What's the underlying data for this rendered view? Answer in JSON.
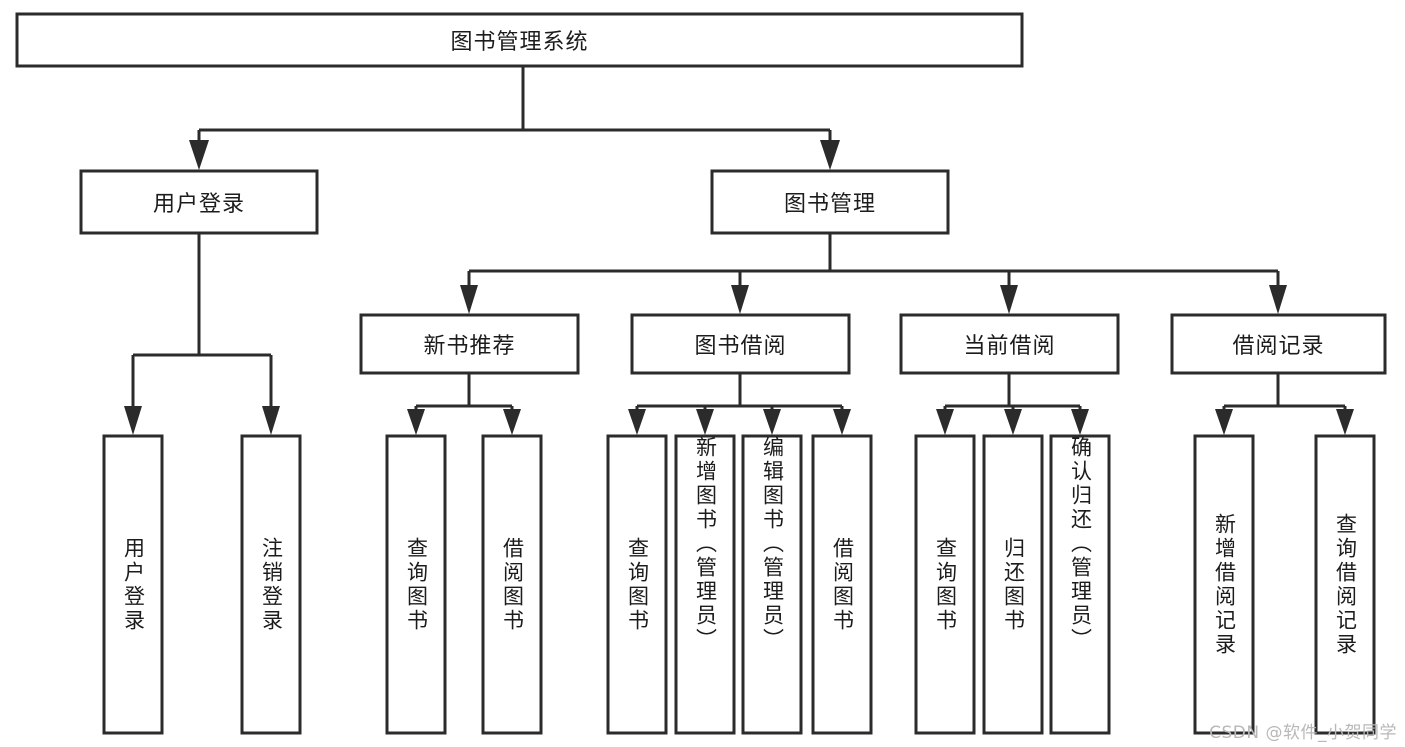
{
  "diagram": {
    "type": "tree-hierarchy",
    "title": "图书管理系统",
    "root": {
      "id": "root",
      "label": "图书管理系统",
      "orientation": "horizontal"
    },
    "level2": [
      {
        "id": "user-login",
        "label": "用户登录",
        "orientation": "horizontal"
      },
      {
        "id": "book-management",
        "label": "图书管理",
        "orientation": "horizontal"
      }
    ],
    "level3": [
      {
        "id": "new-book-recommend",
        "label": "新书推荐",
        "orientation": "horizontal",
        "parent": "book-management"
      },
      {
        "id": "book-borrow",
        "label": "图书借阅",
        "orientation": "horizontal",
        "parent": "book-management"
      },
      {
        "id": "current-borrow",
        "label": "当前借阅",
        "orientation": "horizontal",
        "parent": "book-management"
      },
      {
        "id": "borrow-record",
        "label": "借阅记录",
        "orientation": "horizontal",
        "parent": "book-management"
      }
    ],
    "leaves": [
      {
        "id": "leaf-user-login",
        "label": "用户登录",
        "orientation": "vertical",
        "parent": "user-login"
      },
      {
        "id": "leaf-logout-login",
        "label": "注销登录",
        "orientation": "vertical",
        "parent": "user-login"
      },
      {
        "id": "leaf-query-book-1",
        "label": "查询图书",
        "orientation": "vertical",
        "parent": "new-book-recommend"
      },
      {
        "id": "leaf-borrow-book-1",
        "label": "借阅图书",
        "orientation": "vertical",
        "parent": "new-book-recommend"
      },
      {
        "id": "leaf-query-book-2",
        "label": "查询图书",
        "orientation": "vertical",
        "parent": "book-borrow"
      },
      {
        "id": "leaf-add-book",
        "label": "新增图书（管理员）",
        "orientation": "vertical",
        "parent": "book-borrow"
      },
      {
        "id": "leaf-edit-book",
        "label": "编辑图书（管理员）",
        "orientation": "vertical",
        "parent": "book-borrow"
      },
      {
        "id": "leaf-borrow-book-2",
        "label": "借阅图书",
        "orientation": "vertical",
        "parent": "book-borrow"
      },
      {
        "id": "leaf-query-book-3",
        "label": "查询图书",
        "orientation": "vertical",
        "parent": "current-borrow"
      },
      {
        "id": "leaf-return-book",
        "label": "归还图书",
        "orientation": "vertical",
        "parent": "current-borrow"
      },
      {
        "id": "leaf-confirm-return",
        "label": "确认归还（管理员）",
        "orientation": "vertical",
        "parent": "current-borrow"
      },
      {
        "id": "leaf-add-borrow-record",
        "label": "新增借阅记录",
        "orientation": "vertical",
        "parent": "borrow-record"
      },
      {
        "id": "leaf-query-borrow-record",
        "label": "查询借阅记录",
        "orientation": "vertical",
        "parent": "borrow-record"
      }
    ],
    "colors": {
      "stroke": "#2b2b2b",
      "fill": "#ffffff",
      "text": "#1c1c1c",
      "watermark": "#b8b8b8",
      "background": "#ffffff"
    }
  },
  "watermark": {
    "text": "CSDN @软件_小贺同学"
  }
}
